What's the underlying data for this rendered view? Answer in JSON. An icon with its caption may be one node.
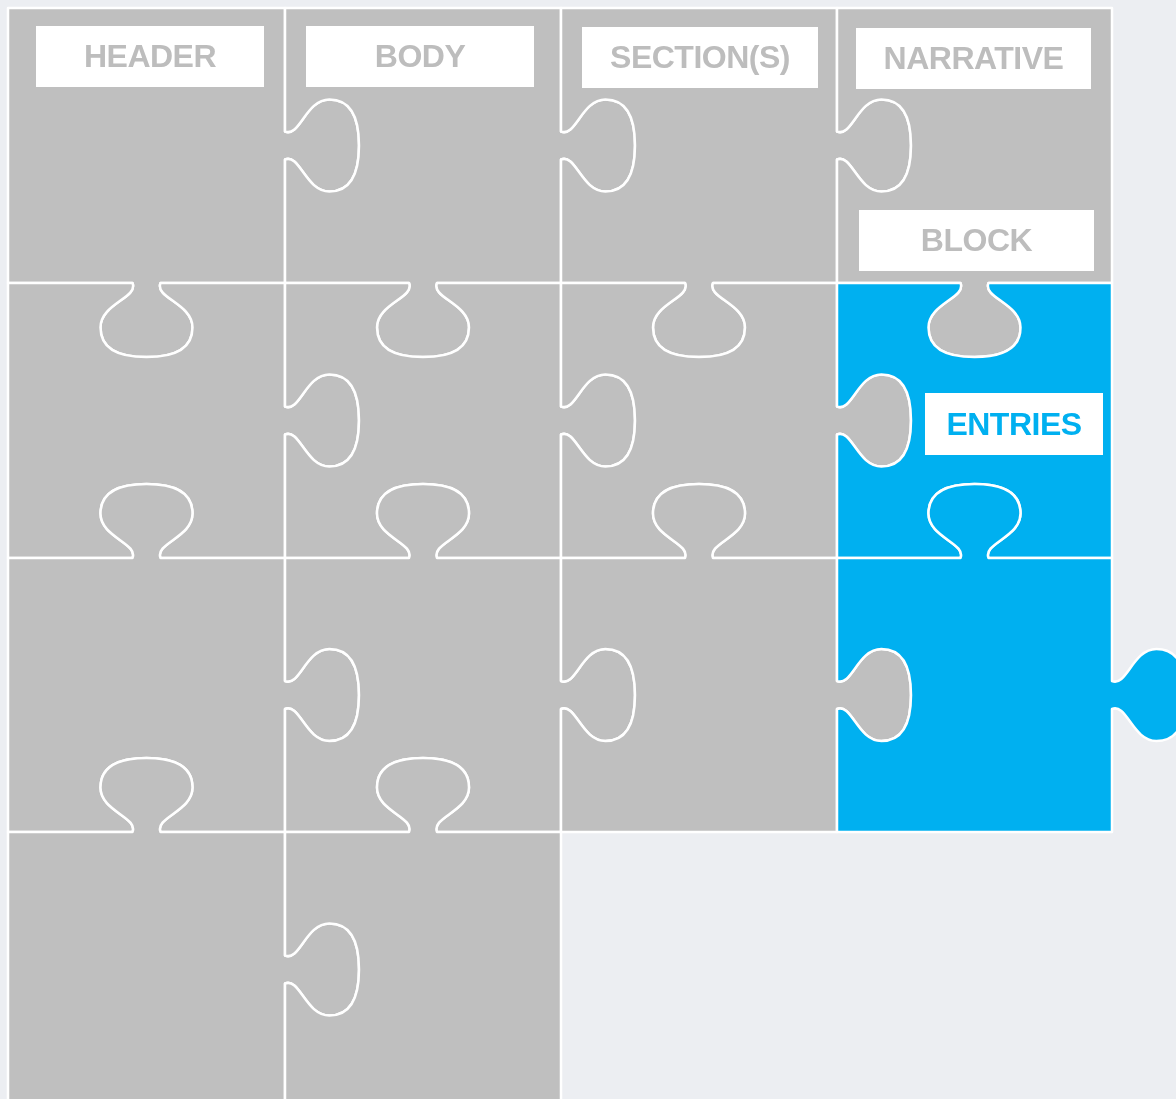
{
  "diagram": {
    "nodes": [
      {
        "text": [
          "HEADER"
        ]
      },
      {
        "text": [
          "BODY"
        ]
      },
      {
        "text": [
          "SECTION(S)"
        ]
      },
      {
        "text": [
          "NARRATIVE"
        ]
      },
      {
        "text": [
          "BLOCK"
        ]
      },
      {
        "text": [
          "ENTRIES"
        ]
      }
    ]
  }
}
